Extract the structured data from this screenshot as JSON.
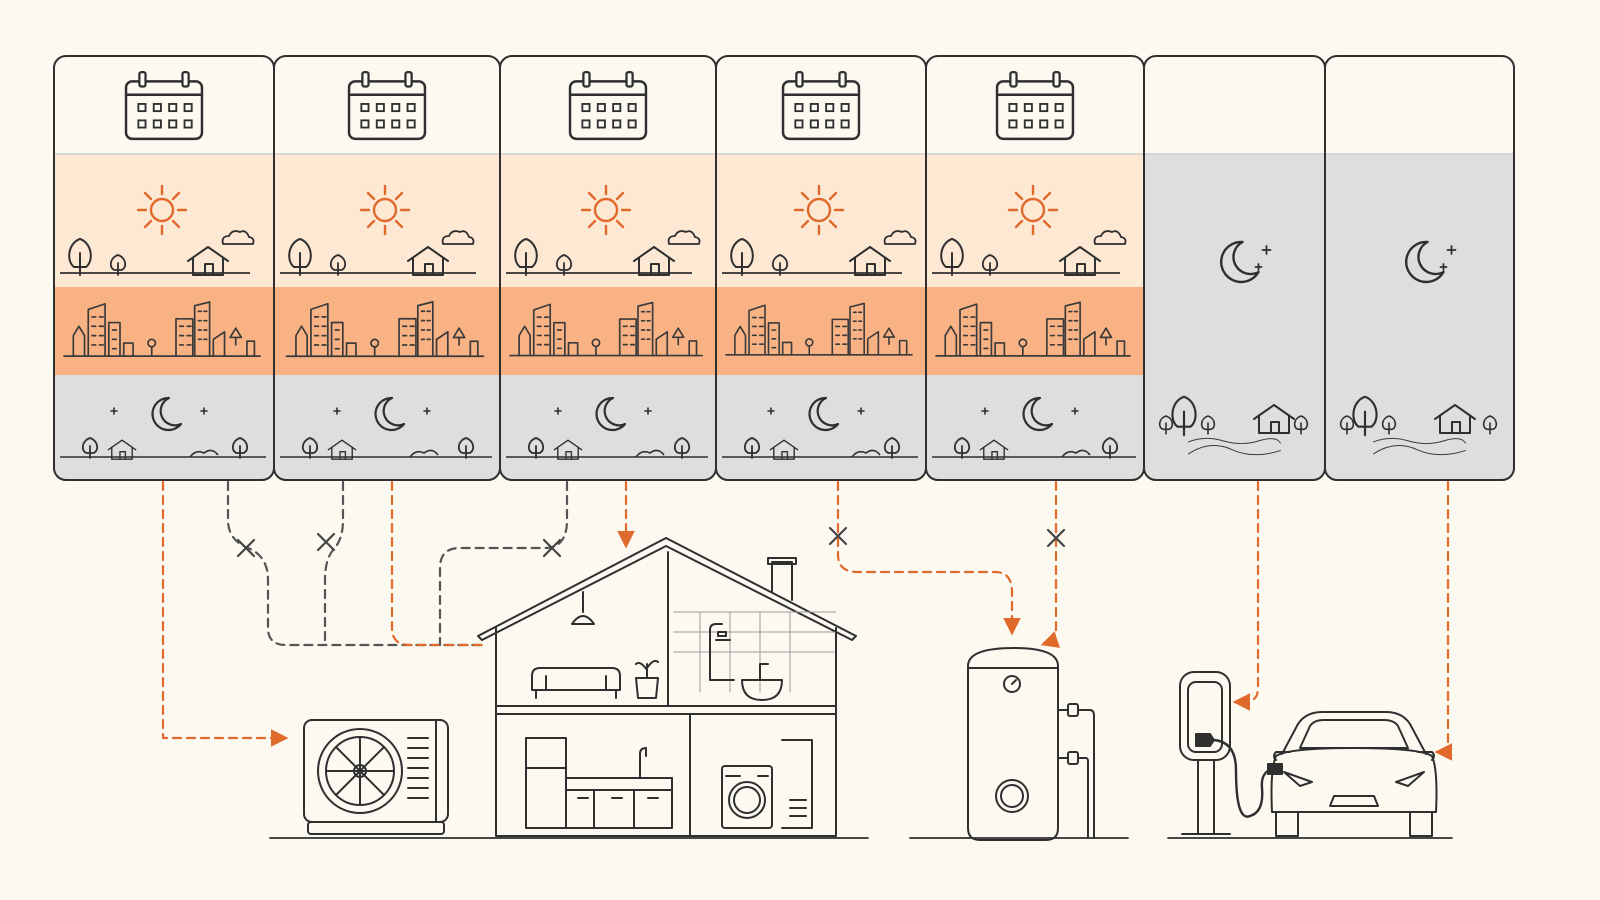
{
  "colors": {
    "background": "#fcf9f1",
    "ink": "#2f2f2f",
    "accent": "#e06a2c",
    "day_band": "#fde8d4",
    "peak_band": "#f9b283",
    "night_band": "#dedede",
    "header": "#fcf9f1",
    "inactive_link": "#555555"
  },
  "columns": [
    {
      "kind": "weekday",
      "icons": [
        "calendar-icon",
        "sun-icon",
        "countryside-icon",
        "city-skyline-icon",
        "moon-icon",
        "house-icon"
      ]
    },
    {
      "kind": "weekday",
      "icons": [
        "calendar-icon",
        "sun-icon",
        "countryside-icon",
        "city-skyline-icon",
        "moon-icon",
        "house-icon"
      ]
    },
    {
      "kind": "weekday",
      "icons": [
        "calendar-icon",
        "sun-icon",
        "countryside-icon",
        "city-skyline-icon",
        "moon-icon",
        "house-icon"
      ]
    },
    {
      "kind": "weekday",
      "icons": [
        "calendar-icon",
        "sun-icon",
        "countryside-icon",
        "city-skyline-icon",
        "moon-icon",
        "house-icon"
      ]
    },
    {
      "kind": "weekday",
      "icons": [
        "calendar-icon",
        "sun-icon",
        "countryside-icon",
        "city-skyline-icon",
        "moon-icon",
        "house-icon"
      ]
    },
    {
      "kind": "weekend",
      "icons": [
        "moon-icon",
        "hills-icon",
        "house-icon"
      ]
    },
    {
      "kind": "weekend",
      "icons": [
        "moon-icon",
        "hills-icon",
        "house-icon"
      ]
    }
  ],
  "devices": [
    {
      "name": "heat-pump",
      "icon": "heat-pump-icon"
    },
    {
      "name": "house-cutaway",
      "icon": "house-icon"
    },
    {
      "name": "water-heater",
      "icon": "water-heater-icon"
    },
    {
      "name": "ev-charger",
      "icon": "ev-charger-icon"
    },
    {
      "name": "electric-car",
      "icon": "car-icon"
    }
  ],
  "connections": [
    {
      "from": "column-1",
      "to": "heat-pump",
      "style": "active"
    },
    {
      "from": "column-1",
      "to": "house-cutaway",
      "style": "blocked"
    },
    {
      "from": "column-2",
      "to": "house-cutaway",
      "style": "blocked"
    },
    {
      "from": "column-2",
      "to": "house-cutaway",
      "style": "active"
    },
    {
      "from": "column-3",
      "to": "house-cutaway",
      "style": "blocked"
    },
    {
      "from": "column-3",
      "to": "house-cutaway",
      "style": "active"
    },
    {
      "from": "column-4",
      "to": "water-heater",
      "style": "blocked"
    },
    {
      "from": "column-5",
      "to": "water-heater",
      "style": "blocked"
    },
    {
      "from": "column-6",
      "to": "ev-charger",
      "style": "active"
    },
    {
      "from": "column-7",
      "to": "electric-car",
      "style": "active"
    }
  ]
}
